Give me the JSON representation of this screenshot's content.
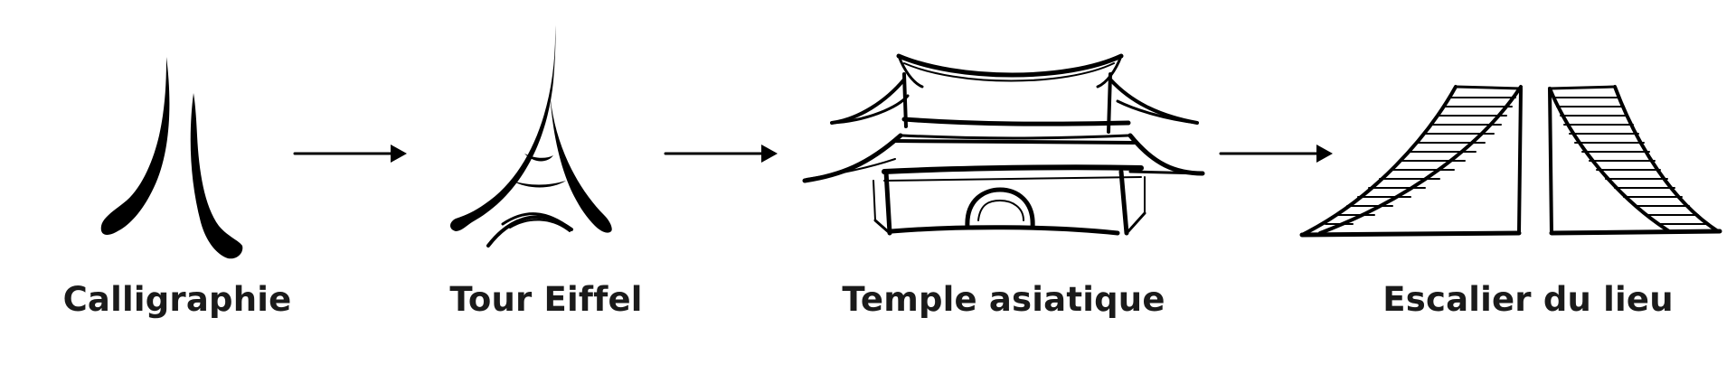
{
  "steps": [
    {
      "label": "Calligraphie",
      "icon": "calligraphy-ren-icon"
    },
    {
      "label": "Tour Eiffel",
      "icon": "eiffel-tower-icon"
    },
    {
      "label": "Temple asiatique",
      "icon": "asian-temple-icon"
    },
    {
      "label": "Escalier du lieu",
      "icon": "staircase-icon"
    }
  ],
  "colors": {
    "ink": "#000000",
    "text": "#1a1a1a",
    "background": "#ffffff"
  }
}
